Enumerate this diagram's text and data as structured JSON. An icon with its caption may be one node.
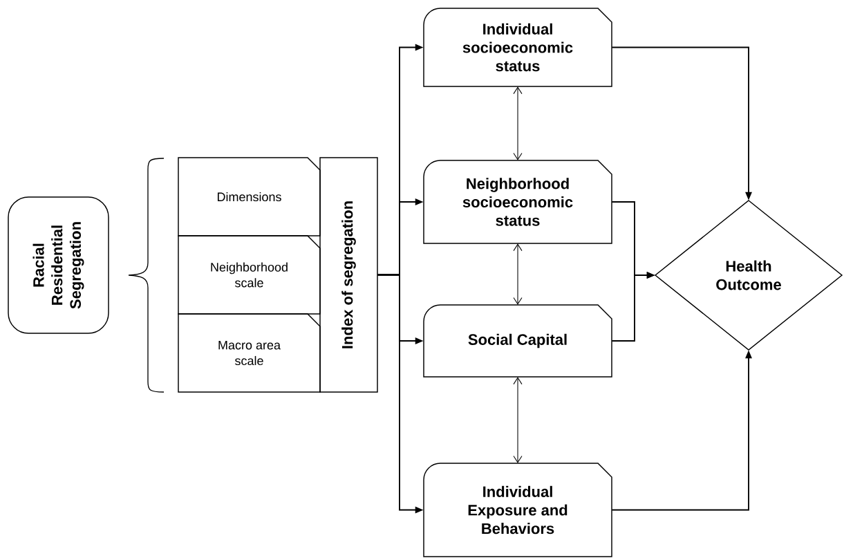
{
  "diagram": {
    "nodes": [
      {
        "text": [
          "Racial Residential Segregation"
        ]
      },
      {
        "text": [
          "Dimensions"
        ]
      },
      {
        "text": [
          "Neighborhood scale"
        ]
      },
      {
        "text": [
          "Macro area scale"
        ]
      },
      {
        "text": [
          "Index of segregation"
        ]
      },
      {
        "text": [
          "Individual socioeconomic status"
        ]
      },
      {
        "text": [
          "Neighborhood socioeconomic status"
        ]
      },
      {
        "text": [
          "Social Capital"
        ]
      },
      {
        "text": [
          "Individual Exposure and Behaviors"
        ]
      },
      {
        "text": [
          "Health Outcome"
        ]
      }
    ],
    "edges": [
      {
        "from": 4,
        "to": 5,
        "arrow": "to"
      },
      {
        "from": 4,
        "to": 6,
        "arrow": "to"
      },
      {
        "from": 4,
        "to": 7,
        "arrow": "to"
      },
      {
        "from": 4,
        "to": 8,
        "arrow": "to"
      },
      {
        "from": 5,
        "to": 6,
        "arrow": "both"
      },
      {
        "from": 6,
        "to": 7,
        "arrow": "both"
      },
      {
        "from": 7,
        "to": 8,
        "arrow": "both"
      },
      {
        "from": 5,
        "to": 9,
        "arrow": "to"
      },
      {
        "from": 6,
        "to": 9,
        "arrow": "to"
      },
      {
        "from": 7,
        "to": 9,
        "arrow": "to"
      },
      {
        "from": 8,
        "to": 9,
        "arrow": "to"
      }
    ]
  }
}
